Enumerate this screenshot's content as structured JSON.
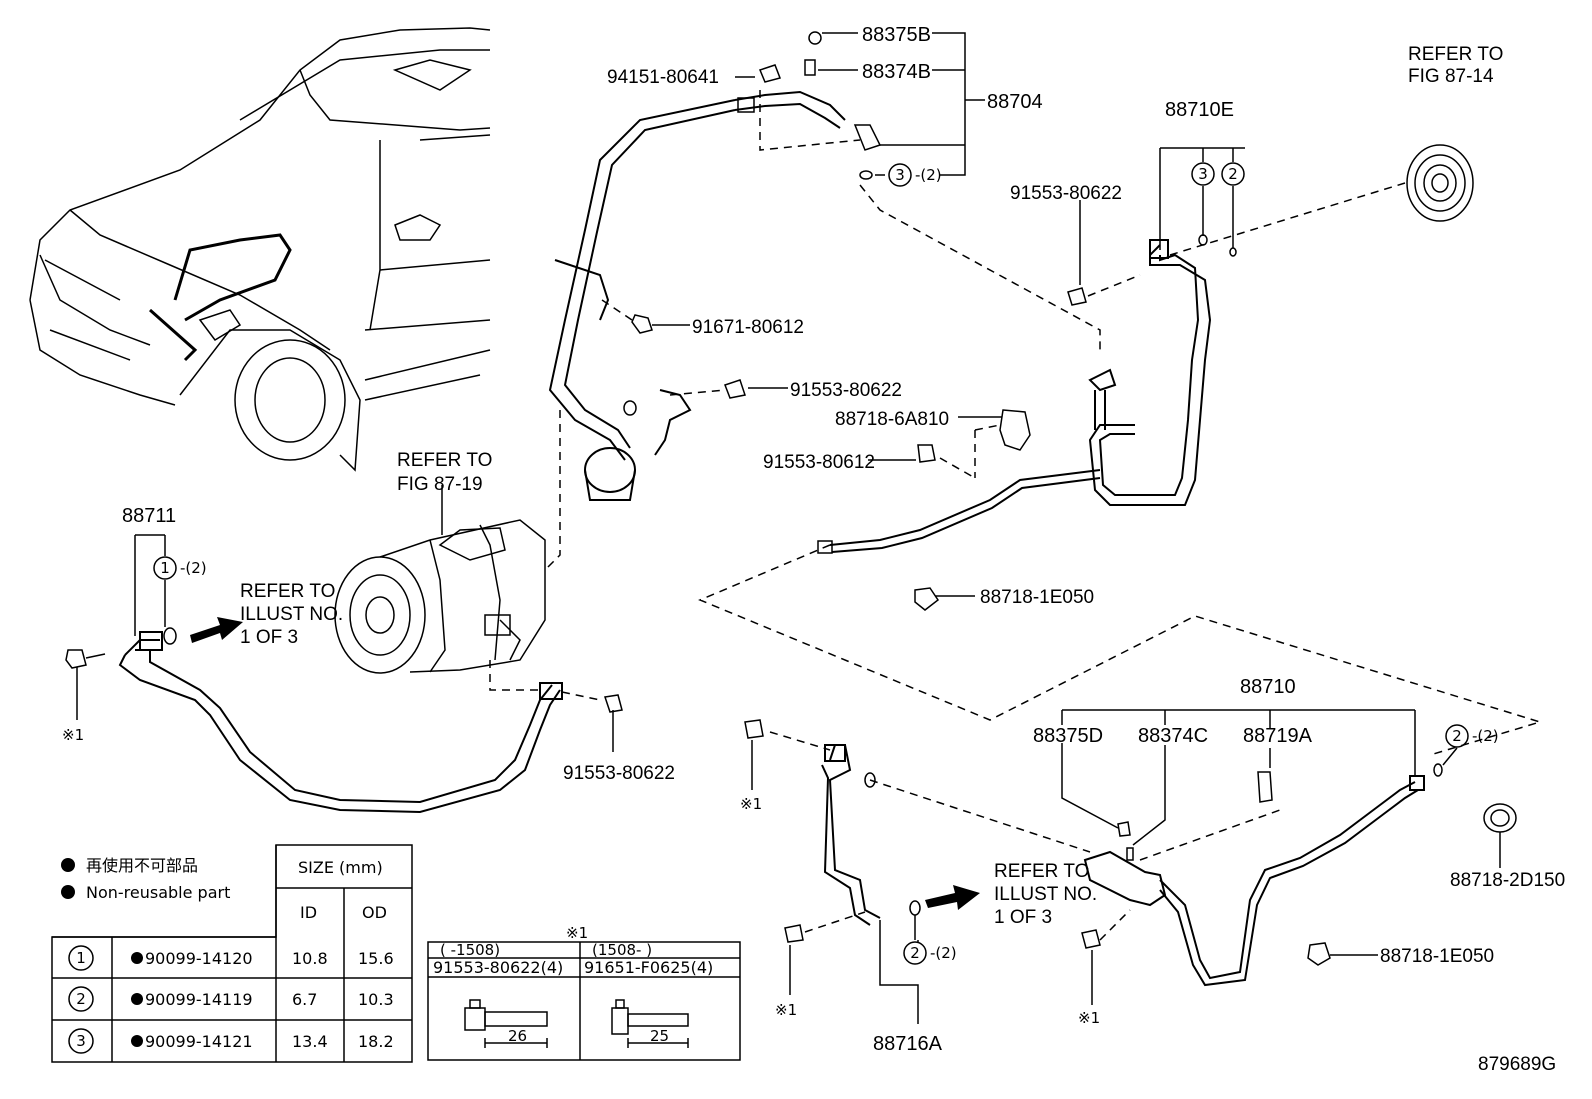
{
  "labels": {
    "p88375B": "88375B",
    "p88374B": "88374B",
    "p88704": "88704",
    "p94151": "94151-80641",
    "p88710E": "88710E",
    "refer_fig_87_14": [
      "REFER TO",
      "FIG 87-14"
    ],
    "p91553_top": "91553-80622",
    "p91671": "91671-80612",
    "p91553_mid": "91553-80622",
    "p88718_6A810": "88718-6A810",
    "p91553_80612": "91553-80612",
    "refer_fig_87_19": [
      "REFER TO",
      "FIG 87-19"
    ],
    "p88711": "88711",
    "refer_illust_left": [
      "REFER TO",
      "ILLUST NO.",
      "1 OF 3"
    ],
    "p91553_bottom": "91553-80622",
    "p88718_1E050_top": "88718-1E050",
    "p88710": "88710",
    "p88375D": "88375D",
    "p88374C": "88374C",
    "p88719A": "88719A",
    "refer_illust_right": [
      "REFER TO",
      "ILLUST NO.",
      "1 OF 3"
    ],
    "p88718_2D150": "88718-2D150",
    "p88718_1E050_bottom": "88718-1E050",
    "p88716A": "88716A",
    "ref_mark": "※1",
    "qty2": "-(2)",
    "diagram_id": "879689G"
  },
  "legend": {
    "jp": "再使用不可部品",
    "en": "Non-reusable part"
  },
  "size_table": {
    "header": "SIZE (mm)",
    "col_id": "ID",
    "col_od": "OD",
    "rows": [
      {
        "num": "1",
        "part": "90099-14120",
        "id": "10.8",
        "od": "15.6"
      },
      {
        "num": "2",
        "part": "90099-14119",
        "id": "6.7",
        "od": "10.3"
      },
      {
        "num": "3",
        "part": "90099-14121",
        "id": "13.4",
        "od": "18.2"
      }
    ]
  },
  "bolt_table": {
    "mark": "※1",
    "col1_range": "(   -1508)",
    "col2_range": "(1508-      )",
    "col1_part": "91553-80622(4)",
    "col2_part": "91651-F0625(4)",
    "col1_len": "26",
    "col2_len": "25"
  }
}
